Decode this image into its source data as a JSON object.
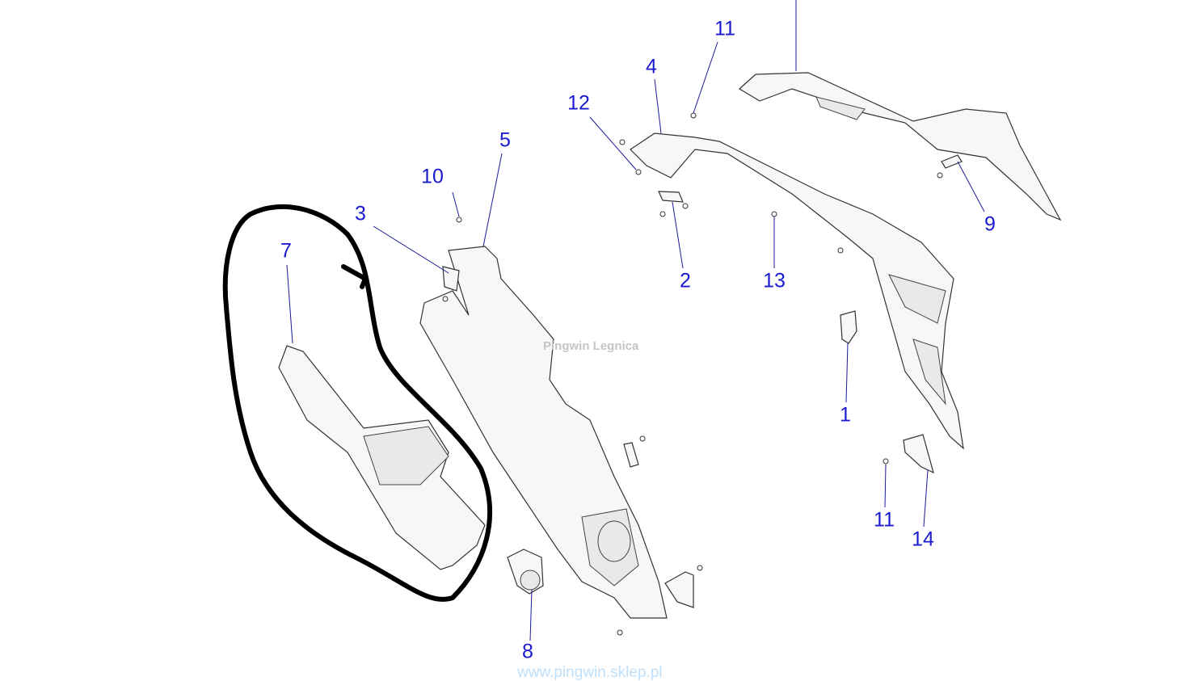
{
  "callouts": {
    "c1": "1",
    "c2": "2",
    "c3": "3",
    "c4": "4",
    "c5": "5",
    "c7": "7",
    "c8": "8",
    "c9": "9",
    "c10": "10",
    "c11a": "11",
    "c11b": "11",
    "c12": "12",
    "c13": "13",
    "c14": "14"
  },
  "watermark": {
    "center": "Pingwin Legnica",
    "footer": "www.pingwin.sklep.pl"
  },
  "colors": {
    "callout": "#1a1ad0",
    "annotation_loop": "#000000"
  }
}
